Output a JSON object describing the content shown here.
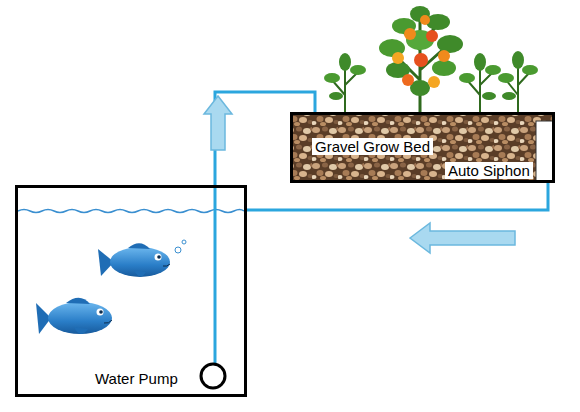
{
  "diagram": {
    "nodes": [
      {
        "text": [
          "Water Pump"
        ]
      },
      {
        "text": [
          "Gravel Grow Bed",
          "Auto Siphon"
        ]
      }
    ],
    "edges": [
      {
        "from": 0,
        "to": 1,
        "arrow": "none"
      },
      {
        "from": 1,
        "to": 0,
        "arrow": "none"
      }
    ]
  }
}
